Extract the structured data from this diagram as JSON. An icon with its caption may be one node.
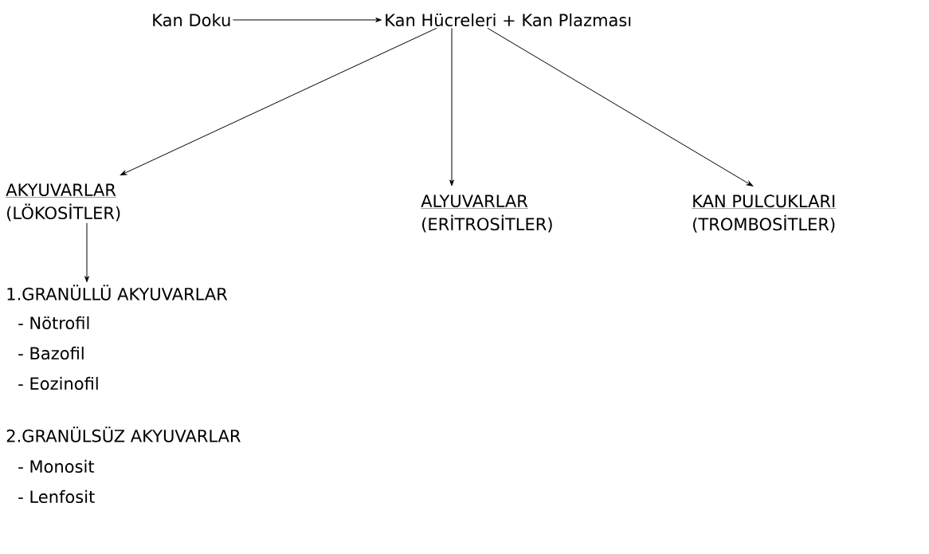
{
  "diagram": {
    "nodes": [
      {
        "text": [
          "Kan Doku"
        ]
      },
      {
        "text": [
          "Kan Hücreleri  +  Kan Plazması"
        ]
      },
      {
        "text": [
          "AKYUVARLAR",
          "(LÖKOSİTLER)"
        ]
      },
      {
        "text": [
          "ALYUVARLAR",
          "(ERİTROSİTLER)"
        ]
      },
      {
        "text": [
          "KAN PULCUKLARI",
          "(TROMBOSİTLER)"
        ]
      },
      {
        "text": [
          "1.GRANÜLLÜ  AKYUVARLAR"
        ]
      }
    ],
    "edges": [
      {
        "from": 0,
        "to": 1,
        "arrow": "to"
      },
      {
        "from": 1,
        "to": 2,
        "arrow": "to"
      },
      {
        "from": 1,
        "to": 3,
        "arrow": "to"
      },
      {
        "from": 1,
        "to": 4,
        "arrow": "to"
      },
      {
        "from": 2,
        "to": 5,
        "arrow": "to"
      }
    ],
    "labels": [
      "- Nötrofil",
      "- Bazofil",
      "- Eozinofil",
      "2.GRANÜLSÜZ  AKYUVARLAR",
      "- Monosit",
      "- Lenfosit"
    ]
  }
}
